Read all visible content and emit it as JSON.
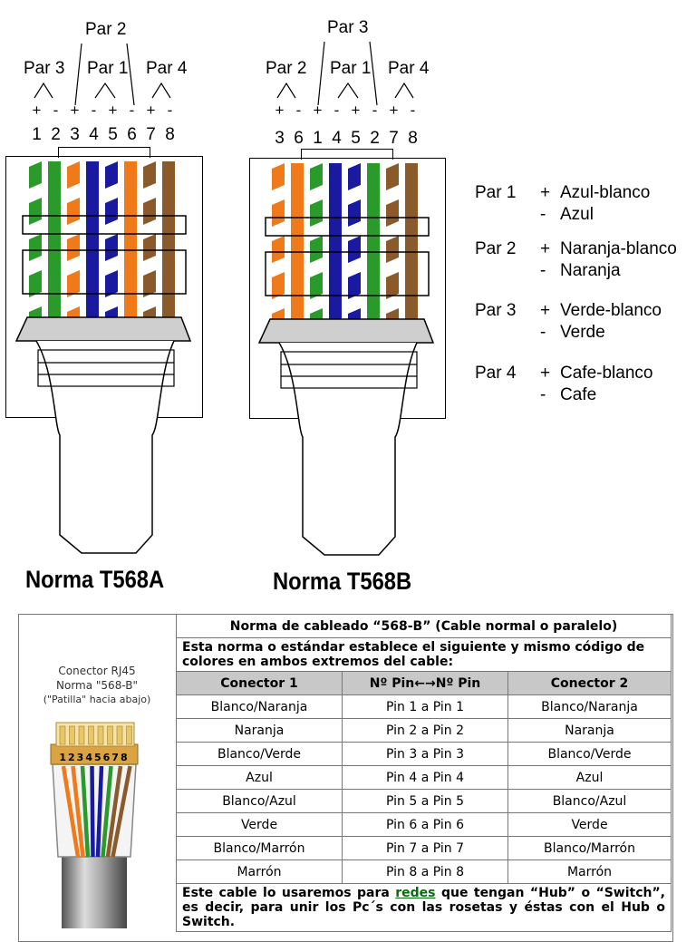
{
  "diagram_a": {
    "pair_top": "Par 2",
    "pair_left": "Par 3",
    "pair_mid": "Par 1",
    "pair_right": "Par 4",
    "signs": [
      "+",
      "-",
      "+",
      "-",
      "+",
      "-",
      "+",
      "-"
    ],
    "pins": [
      "1",
      "2",
      "3",
      "4",
      "5",
      "6",
      "7",
      "8"
    ],
    "title": "Norma T568A",
    "wire_colors": [
      "#2a9a2a",
      "#2a9a2a",
      "#f07a1a",
      "#1a1aa0",
      "#1a1aa0",
      "#f07a1a",
      "#8b5a2b",
      "#8b5a2b"
    ]
  },
  "diagram_b": {
    "pair_top": "Par 3",
    "pair_left": "Par 2",
    "pair_mid": "Par 1",
    "pair_right": "Par 4",
    "signs": [
      "+",
      "-",
      "+",
      "-",
      "+",
      "-",
      "+",
      "-"
    ],
    "pins": [
      "3",
      "6",
      "1",
      "4",
      "5",
      "2",
      "7",
      "8"
    ],
    "title": "Norma T568B",
    "wire_colors": [
      "#f07a1a",
      "#f07a1a",
      "#2a9a2a",
      "#1a1aa0",
      "#1a1aa0",
      "#2a9a2a",
      "#8b5a2b",
      "#8b5a2b"
    ]
  },
  "legend": [
    {
      "pair": "Par 1",
      "plus": "Azul-blanco",
      "minus": "Azul"
    },
    {
      "pair": "Par 2",
      "plus": "Naranja-blanco",
      "minus": "Naranja"
    },
    {
      "pair": "Par 3",
      "plus": "Verde-blanco",
      "minus": "Verde"
    },
    {
      "pair": "Par 4",
      "plus": "Cafe-blanco",
      "minus": "Cafe"
    }
  ],
  "legend_signs": {
    "plus": "+",
    "minus": "-"
  },
  "side_panel": {
    "line1": "Conector RJ45",
    "line2": "Norma \"568-B\"",
    "line3": "(\"Patilla\" hacia abajo)",
    "pins_label": "12345678"
  },
  "table": {
    "title": "Norma de cableado “568-B” (Cable normal o paralelo)",
    "intro": "Esta norma o estándar establece el siguiente y mismo código de colores en ambos extremos del cable:",
    "headers": [
      "Conector 1",
      "Nº Pin←→Nº Pin",
      "Conector 2"
    ],
    "rows": [
      [
        "Blanco/Naranja",
        "Pin 1 a Pin 1",
        "Blanco/Naranja"
      ],
      [
        "Naranja",
        "Pin 2 a Pin 2",
        "Naranja"
      ],
      [
        "Blanco/Verde",
        "Pin 3 a Pin 3",
        "Blanco/Verde"
      ],
      [
        "Azul",
        "Pin 4 a Pin 4",
        "Azul"
      ],
      [
        "Blanco/Azul",
        "Pin 5 a Pin 5",
        "Blanco/Azul"
      ],
      [
        "Verde",
        "Pin 6 a Pin 6",
        "Verde"
      ],
      [
        "Blanco/Marrón",
        "Pin 7 a Pin 7",
        "Blanco/Marrón"
      ],
      [
        "Marrón",
        "Pin 8 a Pin 8",
        "Marrón"
      ]
    ],
    "footer_before": "Este cable lo usaremos para ",
    "footer_link": "redes",
    "footer_after": " que tengan “Hub” o “Switch”, es decir, para unir los Pc´s con las rosetas y éstas con el Hub o Switch."
  }
}
